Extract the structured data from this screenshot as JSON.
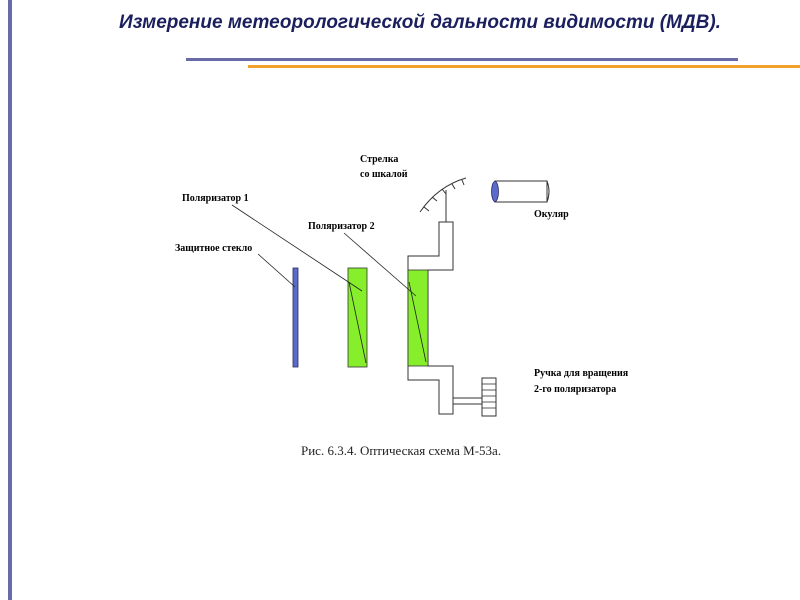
{
  "slide": {
    "title": "Измерение метеорологической дальности видимости (МДВ)."
  },
  "colors": {
    "accent_bar": "#6a6aa6",
    "accent_rule_orange": "#f0a22a",
    "title_text": "#1b1f5e",
    "polarizer_fill": "#86ee2a",
    "glass_fill": "#5b6bc9"
  },
  "diagram": {
    "labels": {
      "arrow_scale_line1": "Стрелка",
      "arrow_scale_line2": "со шкалой",
      "polarizer1": "Поляризатор 1",
      "polarizer2": "Поляризатор 2",
      "protective_glass": "Защитное стекло",
      "eyepiece": "Окуляр",
      "handle_line1": "Ручка для вращения",
      "handle_line2": "2-го поляризатора"
    },
    "caption": "Рис. 6.3.4. Оптическая схема М-53а."
  }
}
